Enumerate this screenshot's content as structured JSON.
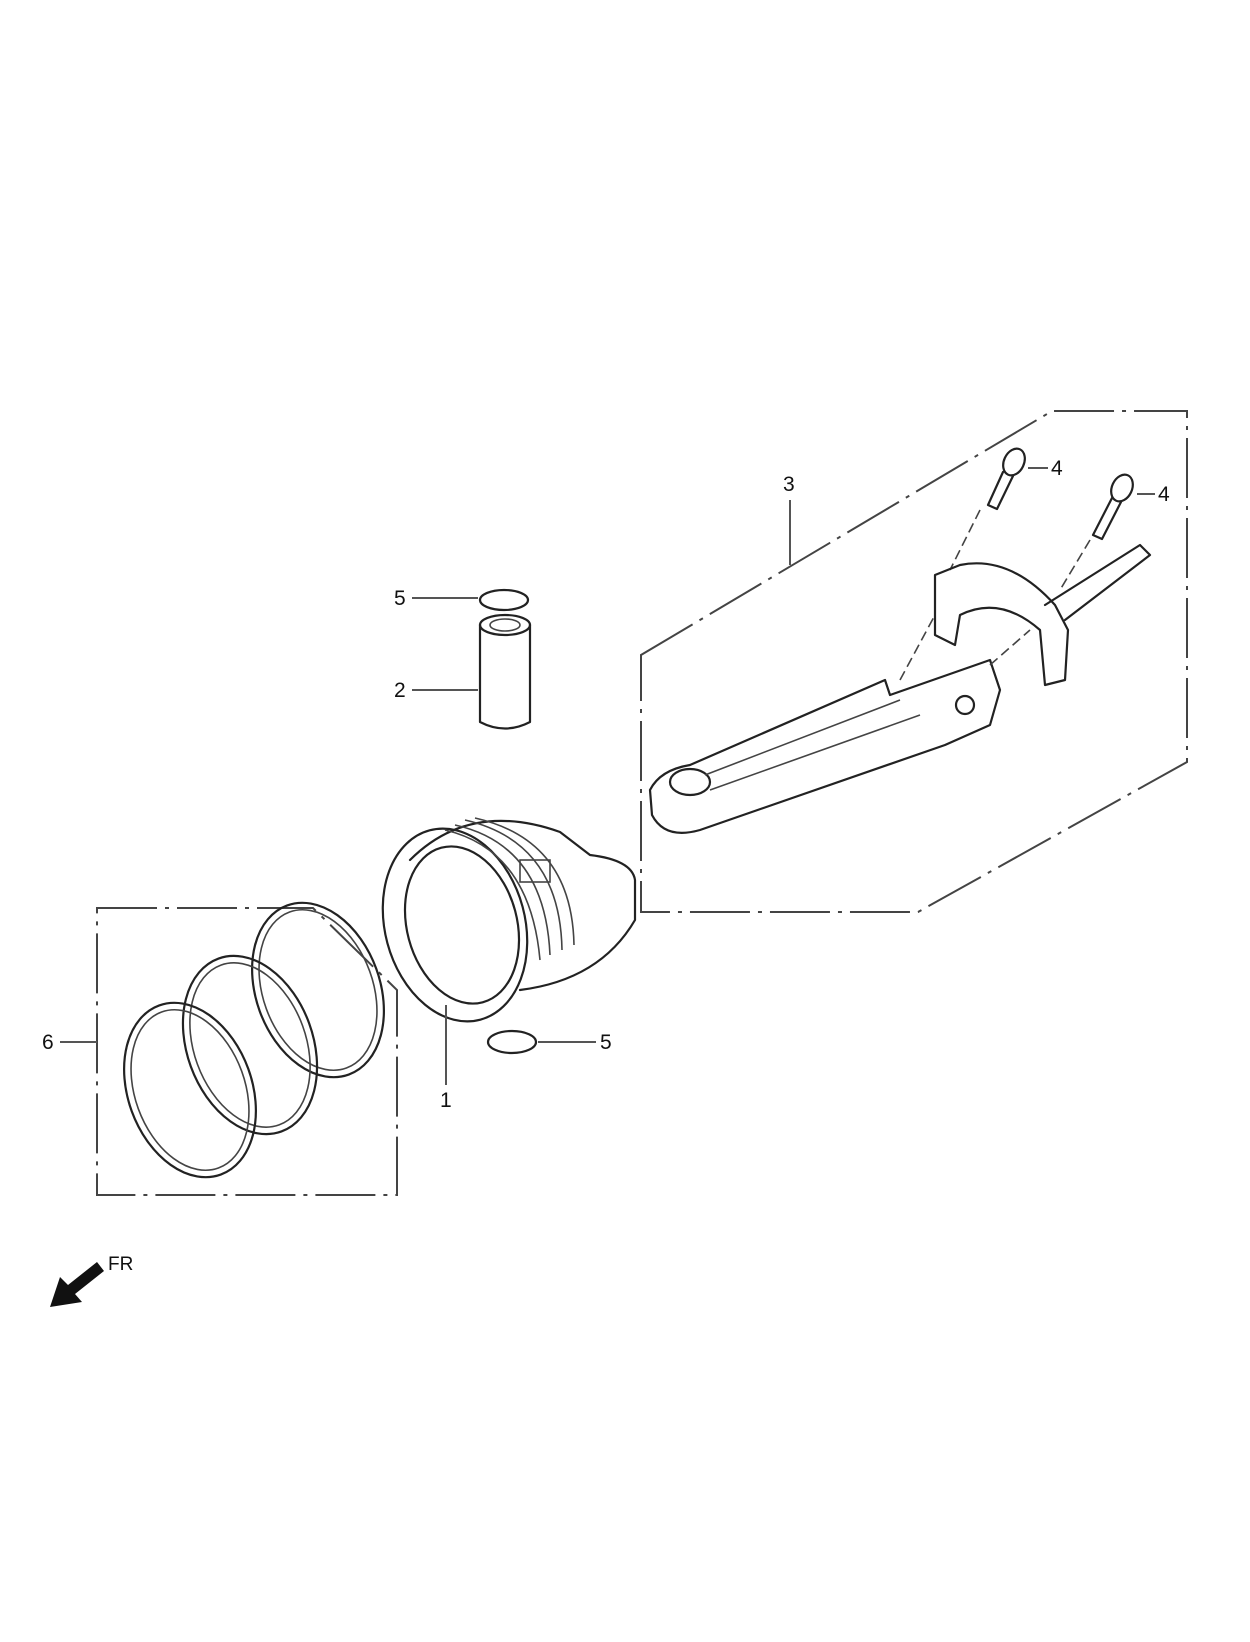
{
  "callouts": {
    "piston": "1",
    "piston_pin": "2",
    "connecting_rod_set": "3",
    "rod_bolt_a": "4",
    "rod_bolt_b": "4",
    "clip_top": "5",
    "clip_bottom": "5",
    "piston_ring_set": "6"
  },
  "direction_indicator": {
    "label": "FR",
    "icon": "arrow-down-left-icon"
  },
  "colors": {
    "line": "#222222",
    "background": "#ffffff"
  }
}
